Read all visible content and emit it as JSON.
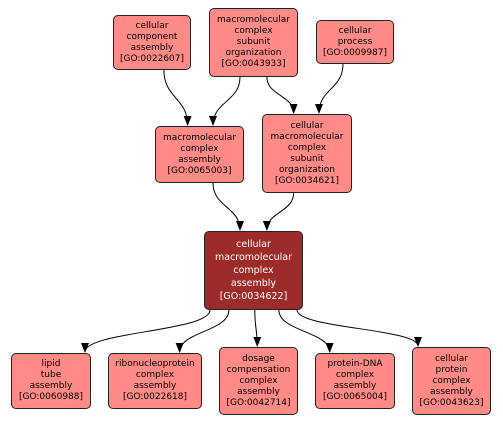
{
  "colors": {
    "node_fill": "#ff8a86",
    "focus_fill": "#9c2b29",
    "edge": "#000000"
  },
  "nodes": {
    "n0022607": {
      "text": "cellular\ncomponent\nassembly\n[GO:0022607]"
    },
    "n0043933": {
      "text": "macromolecular\ncomplex\nsubunit\norganization\n[GO:0043933]"
    },
    "n0009987": {
      "text": "cellular\nprocess\n[GO:0009987]"
    },
    "n0065003": {
      "text": "macromolecular\ncomplex\nassembly\n[GO:0065003]"
    },
    "n0034621": {
      "text": "cellular\nmacromolecular\ncomplex\nsubunit\norganization\n[GO:0034621]"
    },
    "n0034622": {
      "text": "cellular\nmacromolecular\ncomplex\nassembly\n[GO:0034622]"
    },
    "n0060988": {
      "text": "lipid\ntube\nassembly\n[GO:0060988]"
    },
    "n0022618": {
      "text": "ribonucleoprotein\ncomplex\nassembly\n[GO:0022618]"
    },
    "n0042714": {
      "text": "dosage\ncompensation\ncomplex\nassembly\n[GO:0042714]"
    },
    "n0065004": {
      "text": "protein-DNA\ncomplex\nassembly\n[GO:0065004]"
    },
    "n0043623": {
      "text": "cellular\nprotein\ncomplex\nassembly\n[GO:0043623]"
    }
  },
  "edges": [
    {
      "from": "n0022607",
      "to": "n0065003"
    },
    {
      "from": "n0043933",
      "to": "n0065003"
    },
    {
      "from": "n0043933",
      "to": "n0034621"
    },
    {
      "from": "n0009987",
      "to": "n0034621"
    },
    {
      "from": "n0065003",
      "to": "n0034622"
    },
    {
      "from": "n0034621",
      "to": "n0034622"
    },
    {
      "from": "n0034622",
      "to": "n0060988"
    },
    {
      "from": "n0034622",
      "to": "n0022618"
    },
    {
      "from": "n0034622",
      "to": "n0042714"
    },
    {
      "from": "n0034622",
      "to": "n0065004"
    },
    {
      "from": "n0034622",
      "to": "n0043623"
    }
  ]
}
